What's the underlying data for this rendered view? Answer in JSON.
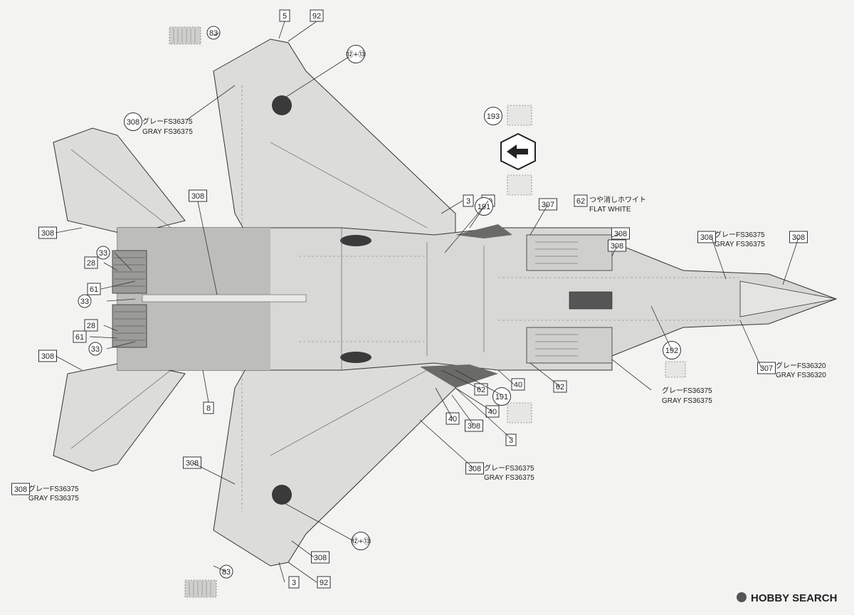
{
  "callouts": [
    {
      "id": "c5",
      "num": "5"
    },
    {
      "id": "c92t",
      "num": "92"
    },
    {
      "id": "c83t",
      "num": "83"
    },
    {
      "id": "c12t",
      "num": "⑫+⑬"
    },
    {
      "id": "c308a",
      "num": "308"
    },
    {
      "id": "c193",
      "num": "193"
    },
    {
      "id": "c308b",
      "num": "308"
    },
    {
      "id": "c308c",
      "num": "308"
    },
    {
      "id": "c33a",
      "num": "33"
    },
    {
      "id": "c28a",
      "num": "28"
    },
    {
      "id": "c61a",
      "num": "61"
    },
    {
      "id": "c33b",
      "num": "33"
    },
    {
      "id": "c28b",
      "num": "28"
    },
    {
      "id": "c61b",
      "num": "61"
    },
    {
      "id": "c33c",
      "num": "33"
    },
    {
      "id": "c308d",
      "num": "308"
    },
    {
      "id": "c8",
      "num": "8"
    },
    {
      "id": "c3a",
      "num": "3"
    },
    {
      "id": "c40a",
      "num": "40"
    },
    {
      "id": "c191a",
      "num": "191"
    },
    {
      "id": "c307a",
      "num": "307"
    },
    {
      "id": "c62a",
      "num": "62"
    },
    {
      "id": "c308e",
      "num": "308"
    },
    {
      "id": "c308f",
      "num": "308"
    },
    {
      "id": "c308g",
      "num": "308"
    },
    {
      "id": "c192",
      "num": "192"
    },
    {
      "id": "c307b",
      "num": "307"
    },
    {
      "id": "c308h",
      "num": "308"
    },
    {
      "id": "c62b",
      "num": "62"
    },
    {
      "id": "c191b",
      "num": "191"
    },
    {
      "id": "c40b",
      "num": "40"
    },
    {
      "id": "c62c",
      "num": "62"
    },
    {
      "id": "c40c",
      "num": "40"
    },
    {
      "id": "c40d",
      "num": "40"
    },
    {
      "id": "c308i",
      "num": "308"
    },
    {
      "id": "c3b",
      "num": "3"
    },
    {
      "id": "c308j",
      "num": "308"
    },
    {
      "id": "c308k",
      "num": "308"
    },
    {
      "id": "c308l",
      "num": "308"
    },
    {
      "id": "c12b",
      "num": "⑫+⑬"
    },
    {
      "id": "c308m",
      "num": "308"
    },
    {
      "id": "c83b",
      "num": "83"
    },
    {
      "id": "c92b",
      "num": "92"
    },
    {
      "id": "c3c",
      "num": "3"
    }
  ],
  "labels": {
    "gray_jp_1": "グレーFS36375",
    "gray_en_1": "GRAY FS36375",
    "flat_white_jp": "つや消しホワイト",
    "flat_white_en": "FLAT WHITE",
    "gray_jp_nose": "グレーFS36375",
    "gray_en_nose": "GRAY FS36375",
    "gray320_jp": "グレーFS36320",
    "gray320_en": "GRAY FS36320",
    "gray_jp_intake": "グレーFS36375",
    "gray_en_intake": "GRAY FS36375",
    "gray_jp_wing": "グレーFS36375",
    "gray_en_wing": "GRAY FS36375",
    "gray_jp_tail": "グレーFS36375",
    "gray_en_tail": "GRAY FS36375"
  },
  "watermark": {
    "text": "HOBBY SEARCH"
  },
  "colors": {
    "airframe_light": "#dcdcda",
    "airframe_shaded": "#bdbdbb",
    "marking_dark": "#3a3a3a",
    "paper": "#f3f3f1"
  }
}
